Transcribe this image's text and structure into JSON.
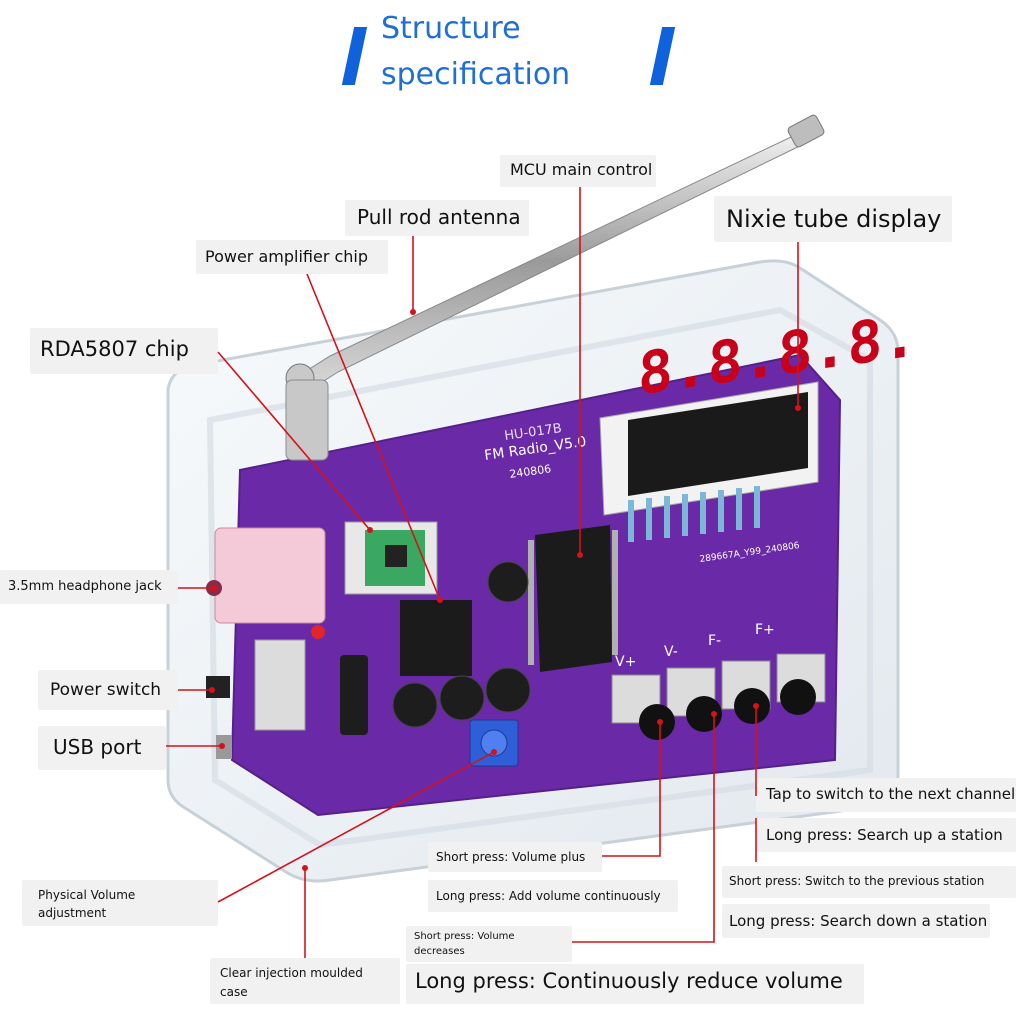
{
  "header": {
    "title_line1": "Structure",
    "title_line2": "specification",
    "accent_color": "#0f62dc"
  },
  "device": {
    "pcb_text_model": "HU-017B",
    "pcb_text_name": "FM Radio_V5.0",
    "pcb_text_date": "240806",
    "pcb_text_code": "289667A_Y99_240806",
    "display_digits": "8.8.8.8.",
    "button_labels": [
      "V+",
      "V-",
      "F-",
      "F+"
    ],
    "pcb_color": "#6a2aa8",
    "display_color": "#c8001a"
  },
  "labels": {
    "mcu": "MCU main control",
    "antenna": "Pull rod antenna",
    "nixie": "Nixie tube display",
    "amp_chip": "Power amplifier chip",
    "rda_chip": "RDA5807 chip",
    "headphone": "3.5mm headphone jack",
    "power_switch": "Power switch",
    "usb": "USB port",
    "next_channel": "Tap to switch to the next channel",
    "search_up": "Long press: Search up a station",
    "vol_plus": "Short press: Volume plus",
    "prev_station": "Short press: Switch to the previous station",
    "vol_add": "Long press: Add volume continuously",
    "search_down": "Long press: Search down a station",
    "physical_volume": "Physical Volume adjustment",
    "vol_decrease": "Short press: Volume decreases",
    "reduce_volume": "Long press: Continuously reduce volume",
    "case": "Clear injection moulded case"
  },
  "line_color": "#d3121a"
}
